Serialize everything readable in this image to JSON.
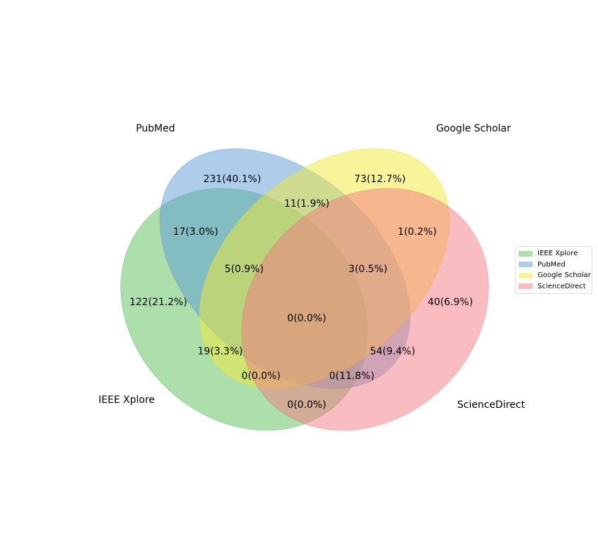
{
  "sets": [
    {
      "key": "ieee",
      "name": "IEEE Xplore",
      "color": "#5cc05c",
      "stroke": "#4caf50"
    },
    {
      "key": "pubmed",
      "name": "PubMed",
      "color": "#5b9bd5",
      "stroke": "#4a8ac4"
    },
    {
      "key": "gscholar",
      "name": "Google Scholar",
      "color": "#f2e935",
      "stroke": "#e0d62a"
    },
    {
      "key": "sciencedirect",
      "name": "ScienceDirect",
      "color": "#f47a82",
      "stroke": "#e06870"
    }
  ],
  "regions": {
    "pubmed_only": "231(40.1%)",
    "gscholar_only": "73(12.7%)",
    "ieee_only": "122(21.2%)",
    "sciencedirect_only": "40(6.9%)",
    "pubmed_gscholar": "11(1.9%)",
    "ieee_pubmed": "17(3.0%)",
    "gscholar_sciencedirect": "1(0.2%)",
    "ieee_pubmed_gscholar": "5(0.9%)",
    "pubmed_gscholar_sciencedirect": "3(0.5%)",
    "all_four": "0(0.0%)",
    "ieee_gscholar": "19(3.3%)",
    "pubmed_sciencedirect": "54(9.4%)",
    "ieee_gscholar_sciencedirect": "0(0.0%)",
    "ieee_pubmed_sciencedirect": "0(11.8%)",
    "ieee_sciencedirect": "0(0.0%)"
  },
  "legend": {
    "items": [
      "IEEE Xplore",
      "PubMed",
      "Google Scholar",
      "ScienceDirect"
    ]
  }
}
